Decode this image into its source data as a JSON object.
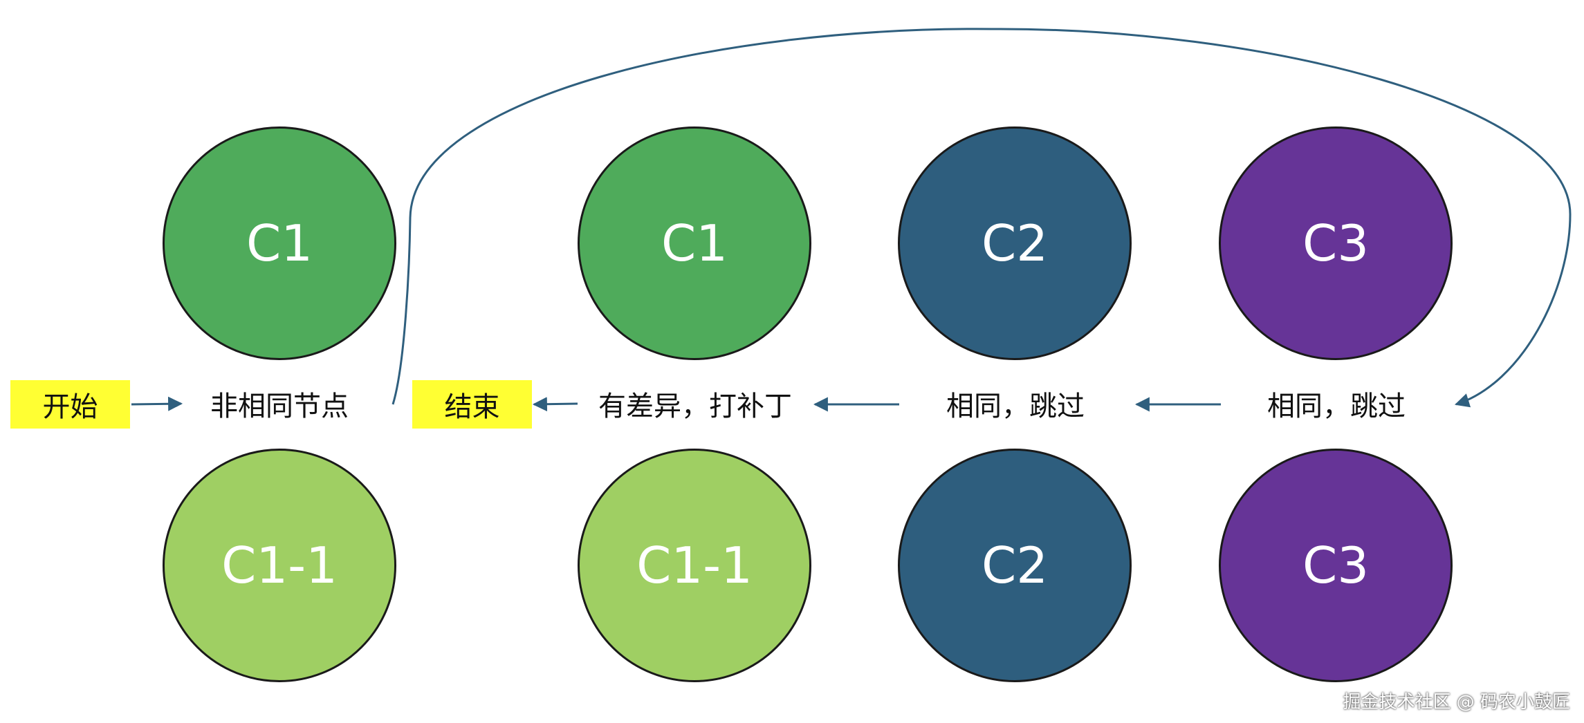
{
  "colors": {
    "c1": "#4fab5b",
    "c1_1": "#9fcf63",
    "c2": "#2e5e7e",
    "c3": "#663497",
    "tag": "#ffff33",
    "arrow": "#2f5f7e"
  },
  "circles": {
    "old_c1": "C1",
    "new_c1_1": "C1-1",
    "old2_c1": "C1",
    "new2_c1_1": "C1-1",
    "old_c2": "C2",
    "new_c2": "C2",
    "old_c3": "C3",
    "new_c3": "C3"
  },
  "tags": {
    "start": "开始",
    "end": "结束"
  },
  "labels": {
    "not_same": "非相同节点",
    "diff_patch": "有差异，打补丁",
    "same_skip_c2": "相同，跳过",
    "same_skip_c3": "相同，跳过"
  },
  "watermark": "掘金技术社区 @ 码农小鼓匠"
}
